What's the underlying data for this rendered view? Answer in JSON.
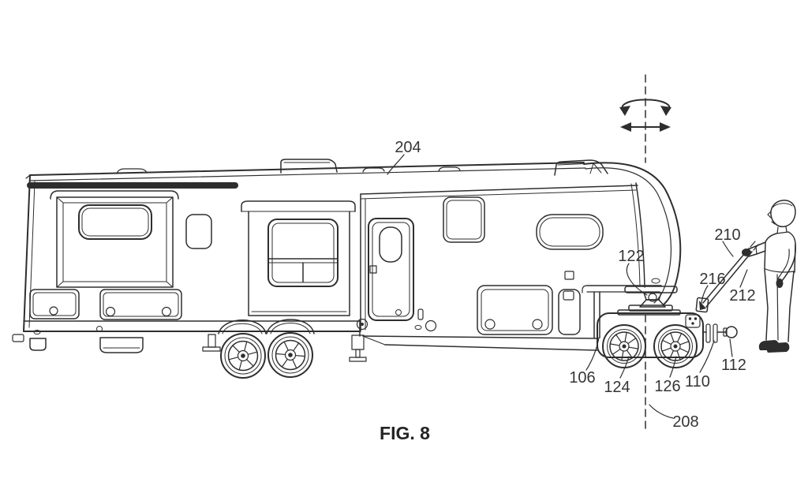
{
  "figure": {
    "caption": "FIG. 8",
    "labels": {
      "l204": "204",
      "l122": "122",
      "l216": "216",
      "l210": "210",
      "l212": "212",
      "l106": "106",
      "l124": "124",
      "l126": "126",
      "l110": "110",
      "l112": "112",
      "l208": "208"
    },
    "colors": {
      "background": "#ffffff",
      "ink": "#2e2e2e"
    }
  }
}
